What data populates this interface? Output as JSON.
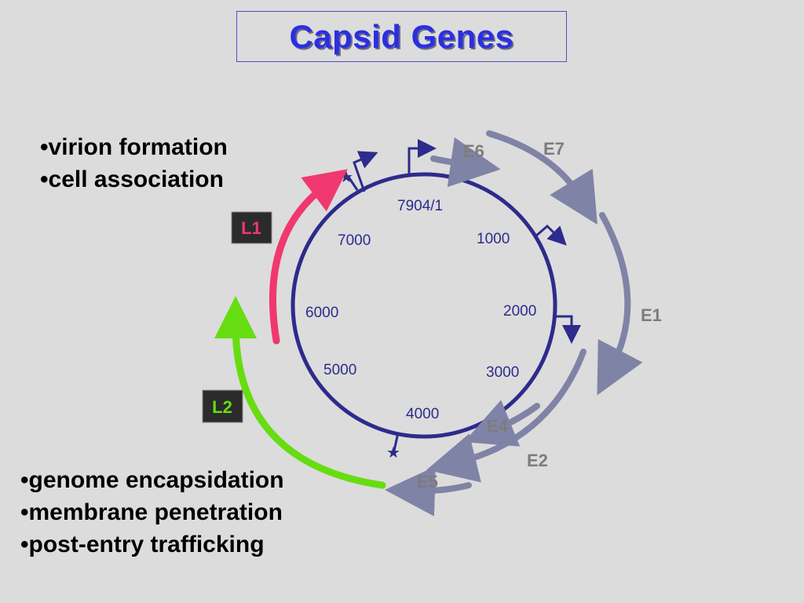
{
  "slide": {
    "title": "Capsid Genes",
    "functions_top": [
      "•virion formation",
      "•cell association"
    ],
    "functions_bottom": [
      "•genome encapsidation",
      "•membrane penetration",
      "•post-entry trafficking"
    ]
  },
  "genome_map": {
    "position_labels": [
      "7904/1",
      "1000",
      "2000",
      "3000",
      "4000",
      "5000",
      "6000",
      "7000"
    ],
    "early_genes": [
      "E6",
      "E7",
      "E1",
      "E4",
      "E2",
      "E5"
    ],
    "late_genes": [
      "L1",
      "L2"
    ]
  },
  "colors": {
    "background": "#dcdcdc",
    "title": "#2b2fe0",
    "genome_circle": "#2d2b8c",
    "early_gene_arrow": "#7f83a6",
    "early_gene_label": "#7c7c7c",
    "l1": "#f0386e",
    "l2": "#66dd11"
  }
}
